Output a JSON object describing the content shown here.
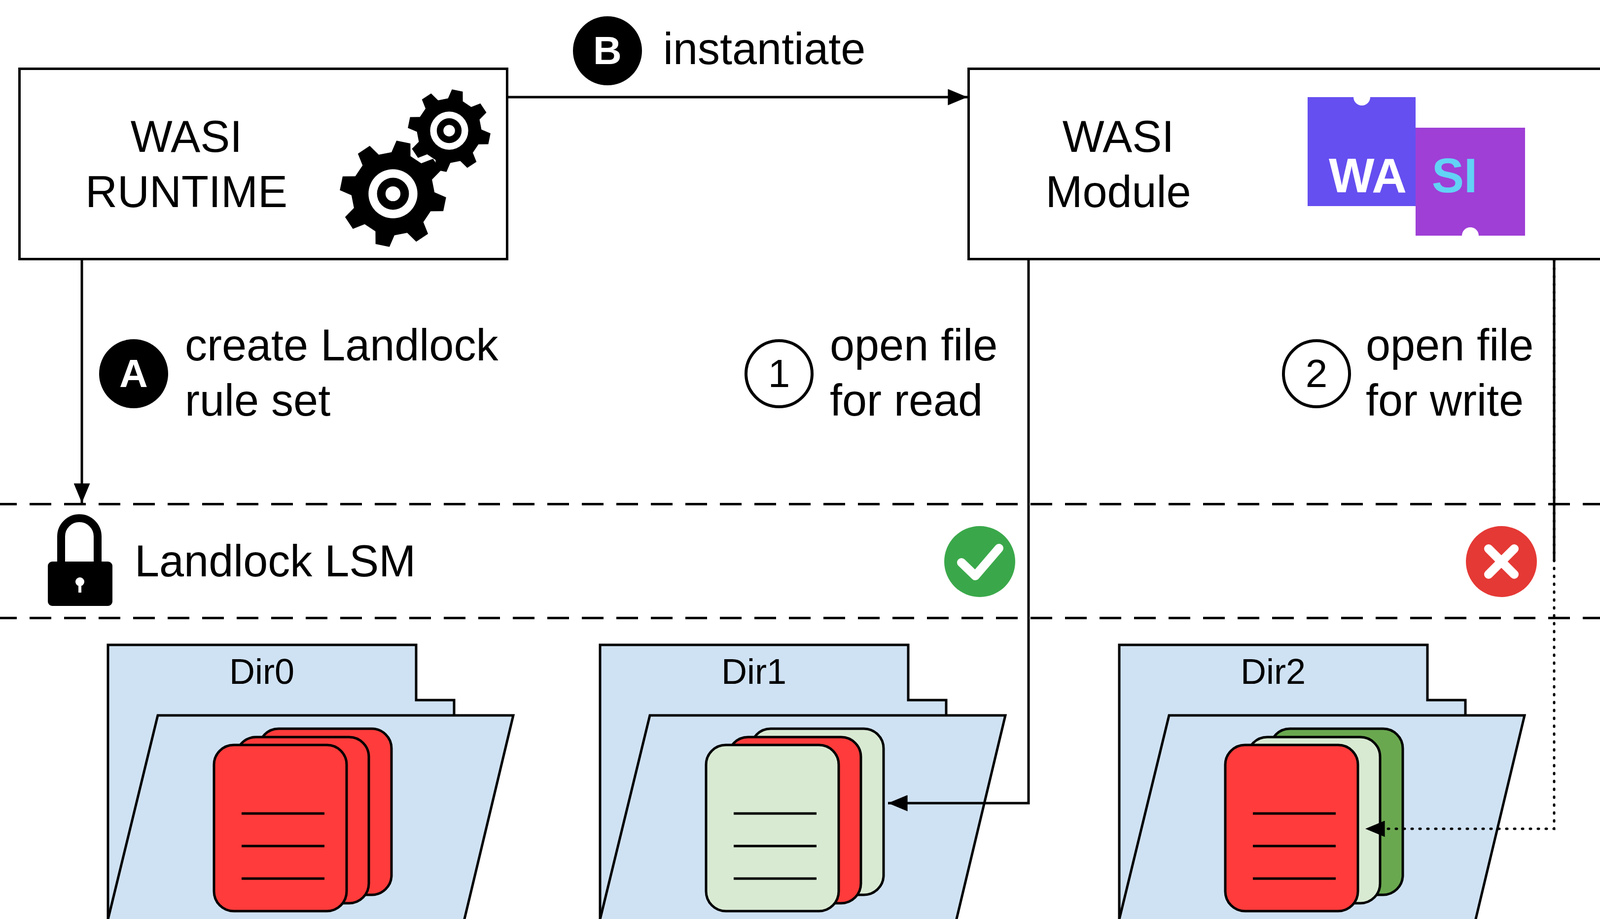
{
  "diagram": {
    "nodes": [
      {
        "text": [
          "WASI RUNTIME"
        ]
      },
      {
        "text": [
          "WASI Module"
        ]
      },
      {
        "text": [
          "Landlock LSM"
        ]
      },
      {
        "text": [
          "Dir0"
        ]
      },
      {
        "text": [
          "Dir1"
        ]
      },
      {
        "text": [
          "Dir2"
        ]
      }
    ],
    "edges": [
      {
        "from": 0,
        "to": 1,
        "arrow": "to",
        "label": "instantiate"
      },
      {
        "from": 0,
        "to": 2,
        "arrow": "to",
        "label": "create Landlock rule set"
      },
      {
        "from": 1,
        "to": 4,
        "arrow": "to",
        "label": "open file for read"
      },
      {
        "from": 1,
        "to": 5,
        "arrow": "to",
        "label": "open file for write"
      }
    ],
    "labels": [
      "B",
      "A",
      "1",
      "2",
      "WA",
      "SI"
    ]
  }
}
